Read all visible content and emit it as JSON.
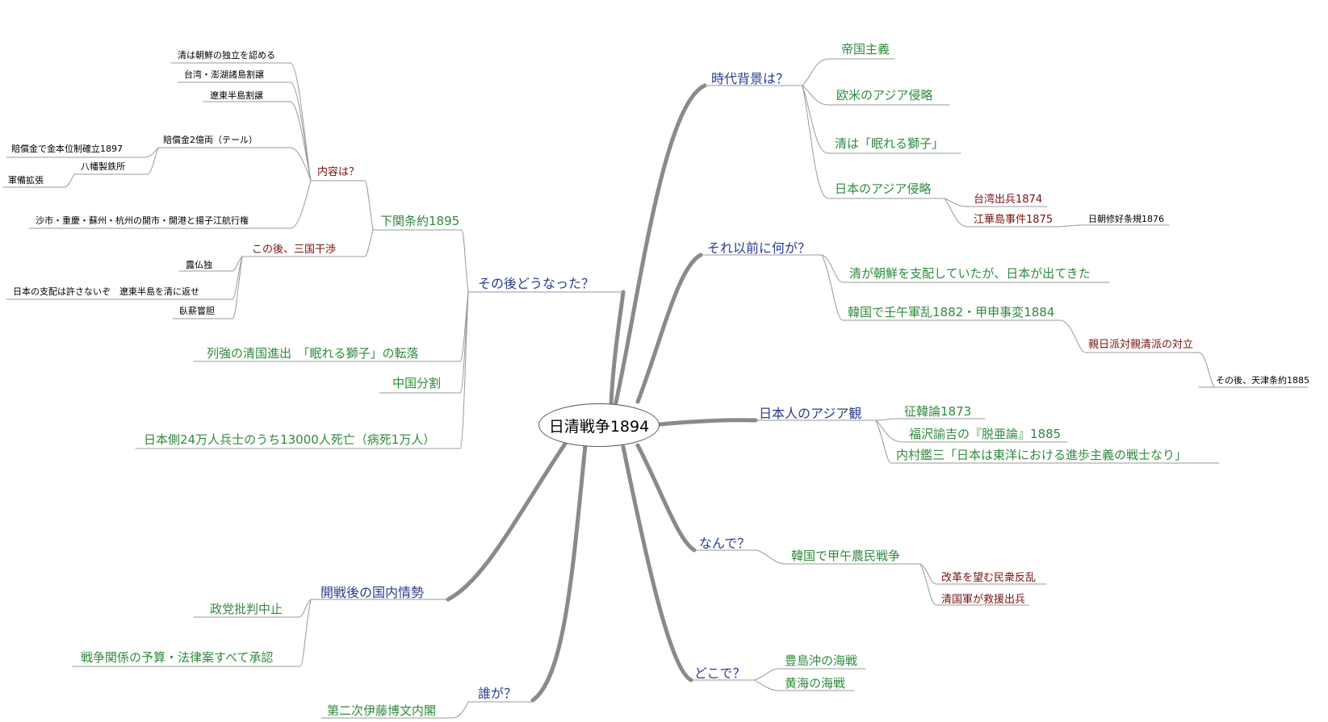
{
  "center": {
    "label": "日清戦争1894"
  },
  "branches": {
    "era": {
      "label": "時代背景は？",
      "items": [
        "帝国主義",
        "欧米のアジア侵略",
        "清は「眠れる獅子」",
        "日本のアジア侵略"
      ],
      "japan_invasion": [
        "台湾出兵1874",
        "江華島事件1875"
      ],
      "treaty_1876": "日朝修好条規1876"
    },
    "before": {
      "label": "それ以前に何が？",
      "items": [
        "清が朝鮮を支配していたが、日本が出てきた",
        "韓国で壬午軍乱1882・甲申事変1884"
      ],
      "conflict": "親日派対親清派の対立",
      "tianjin": "その後、天津条約1885"
    },
    "view": {
      "label": "日本人のアジア観",
      "items": [
        "征韓論1873",
        "福沢諭吉の『脱亜論』1885",
        "内村鑑三「日本は東洋における進歩主義の戦士なり」"
      ]
    },
    "why": {
      "label": "なんで？",
      "item": "韓国で甲午農民戦争",
      "sub": [
        "改革を望む民衆反乱",
        "清国軍が救援出兵"
      ]
    },
    "where": {
      "label": "どこで？",
      "items": [
        "豊島沖の海戦",
        "黄海の海戦"
      ]
    },
    "who": {
      "label": "誰が？",
      "item": "第二次伊藤博文内閣"
    },
    "domestic": {
      "label": "開戦後の国内情勢",
      "items": [
        "政党批判中止",
        "戦争関係の予算・法律案すべて承認"
      ]
    },
    "after": {
      "label": "その後どうなった？",
      "shimonoseki": "下関条約1895",
      "content_label": "内容は？",
      "content": [
        "清は朝鮮の独立を認める",
        "台湾・澎湖諸島割譲",
        "遼東半島割譲",
        "賠償金2億両（テール）",
        "沙市・重慶・蘇州・杭州の開市・開港と揚子江航行権"
      ],
      "indemnity": [
        "賠償金で金本位制確立1897",
        "八幡製鉄所",
        "軍備拡張"
      ],
      "intervention_label": "この後、三国干渉",
      "intervention": [
        "露仏独",
        "日本の支配は許さないぞ　遼東半島を清に返せ",
        "臥薪嘗胆"
      ],
      "items": [
        "列強の清国進出　「眠れる獅子」の転落",
        "中国分割",
        "日本側24万人兵士のうち13000人死亡（病死1万人）"
      ]
    }
  }
}
